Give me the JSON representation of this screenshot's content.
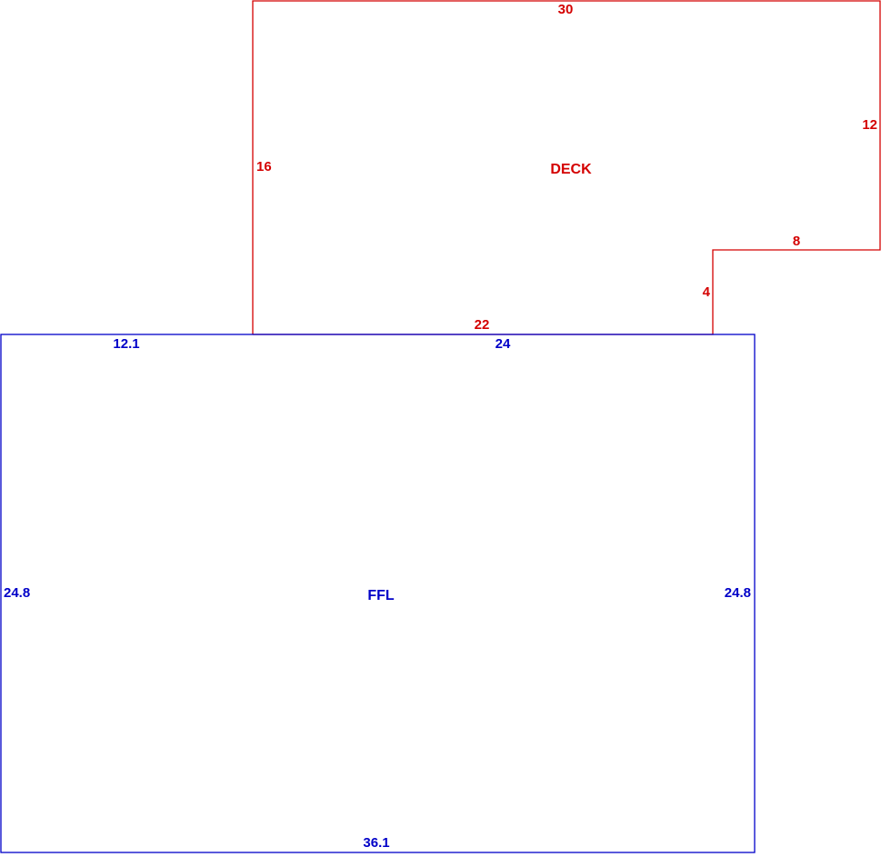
{
  "colors": {
    "deck": "#d40000",
    "ffl": "#0000c8",
    "background": "#ffffff"
  },
  "deck": {
    "name": "DECK",
    "dimensions": {
      "top": "30",
      "left": "16",
      "right_upper": "12",
      "step_horizontal": "8",
      "step_vertical": "4",
      "bottom": "22"
    }
  },
  "ffl": {
    "name": "FFL",
    "dimensions": {
      "top_left_segment": "12.1",
      "top_right_segment": "24",
      "left": "24.8",
      "right": "24.8",
      "bottom": "36.1"
    }
  }
}
